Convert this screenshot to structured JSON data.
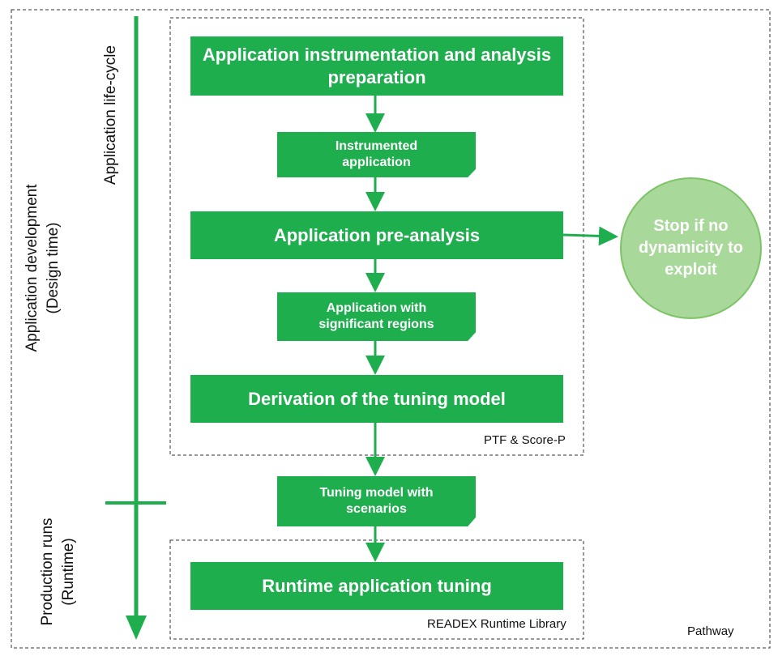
{
  "labels": {
    "lifecycle": "Application life-cycle",
    "design_phase_line1": "Application development",
    "design_phase_line2": "(Design time)",
    "runtime_phase_line1": "Production runs",
    "runtime_phase_line2": "(Runtime)",
    "design_region": "PTF & Score-P",
    "runtime_region": "READEX Runtime Library",
    "outer_region": "Pathway"
  },
  "steps": {
    "instrumentation": "Application instrumentation and analysis preparation",
    "instrumented_app": "Instrumented application",
    "pre_analysis": "Application pre-analysis",
    "significant_regions": "Application with significant regions",
    "derivation": "Derivation of the tuning model",
    "tuning_model": "Tuning model with scenarios",
    "runtime_tuning": "Runtime application tuning"
  },
  "stop_condition": "Stop if no dynamicity to exploit",
  "colors": {
    "process": "#1fae4e",
    "stop_fill": "#a8d89a",
    "stop_border": "#7cc466"
  }
}
